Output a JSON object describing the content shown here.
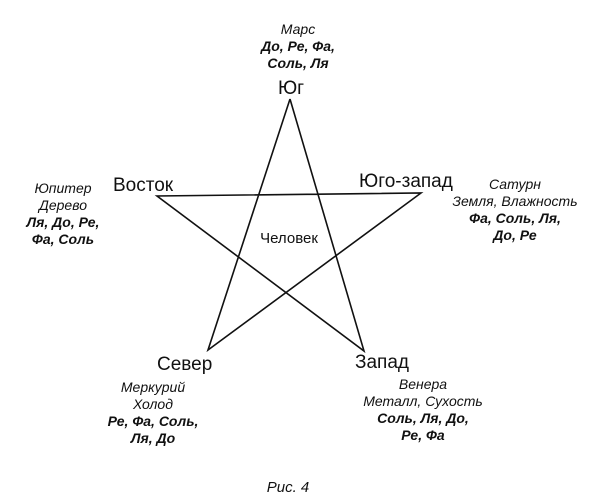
{
  "figure": {
    "caption": "Рис. 4",
    "center_label": "Человек",
    "line_color": "#111111"
  },
  "south": {
    "direction": "Юг",
    "planet": "Марс",
    "notes": [
      "До, Ре, Фа,",
      "Соль, Ля"
    ]
  },
  "east": {
    "direction": "Восток",
    "planet": "Юпитер",
    "element": "Дерево",
    "notes": [
      "Ля, До, Ре,",
      "Фа, Соль"
    ]
  },
  "southwest": {
    "direction": "Юго-запад",
    "planet": "Сатурн",
    "element": "Земля, Влажность",
    "notes": [
      "Фа, Соль, Ля,",
      "До, Ре"
    ]
  },
  "north": {
    "direction": "Север",
    "planet": "Меркурий",
    "element": "Холод",
    "notes": [
      "Ре, Фа, Соль,",
      "Ля,  До"
    ]
  },
  "west": {
    "direction": "Запад",
    "planet": "Венера",
    "element": "Металл, Сухость",
    "notes": [
      "Соль, Ля, До,",
      "Ре, Фа"
    ]
  }
}
